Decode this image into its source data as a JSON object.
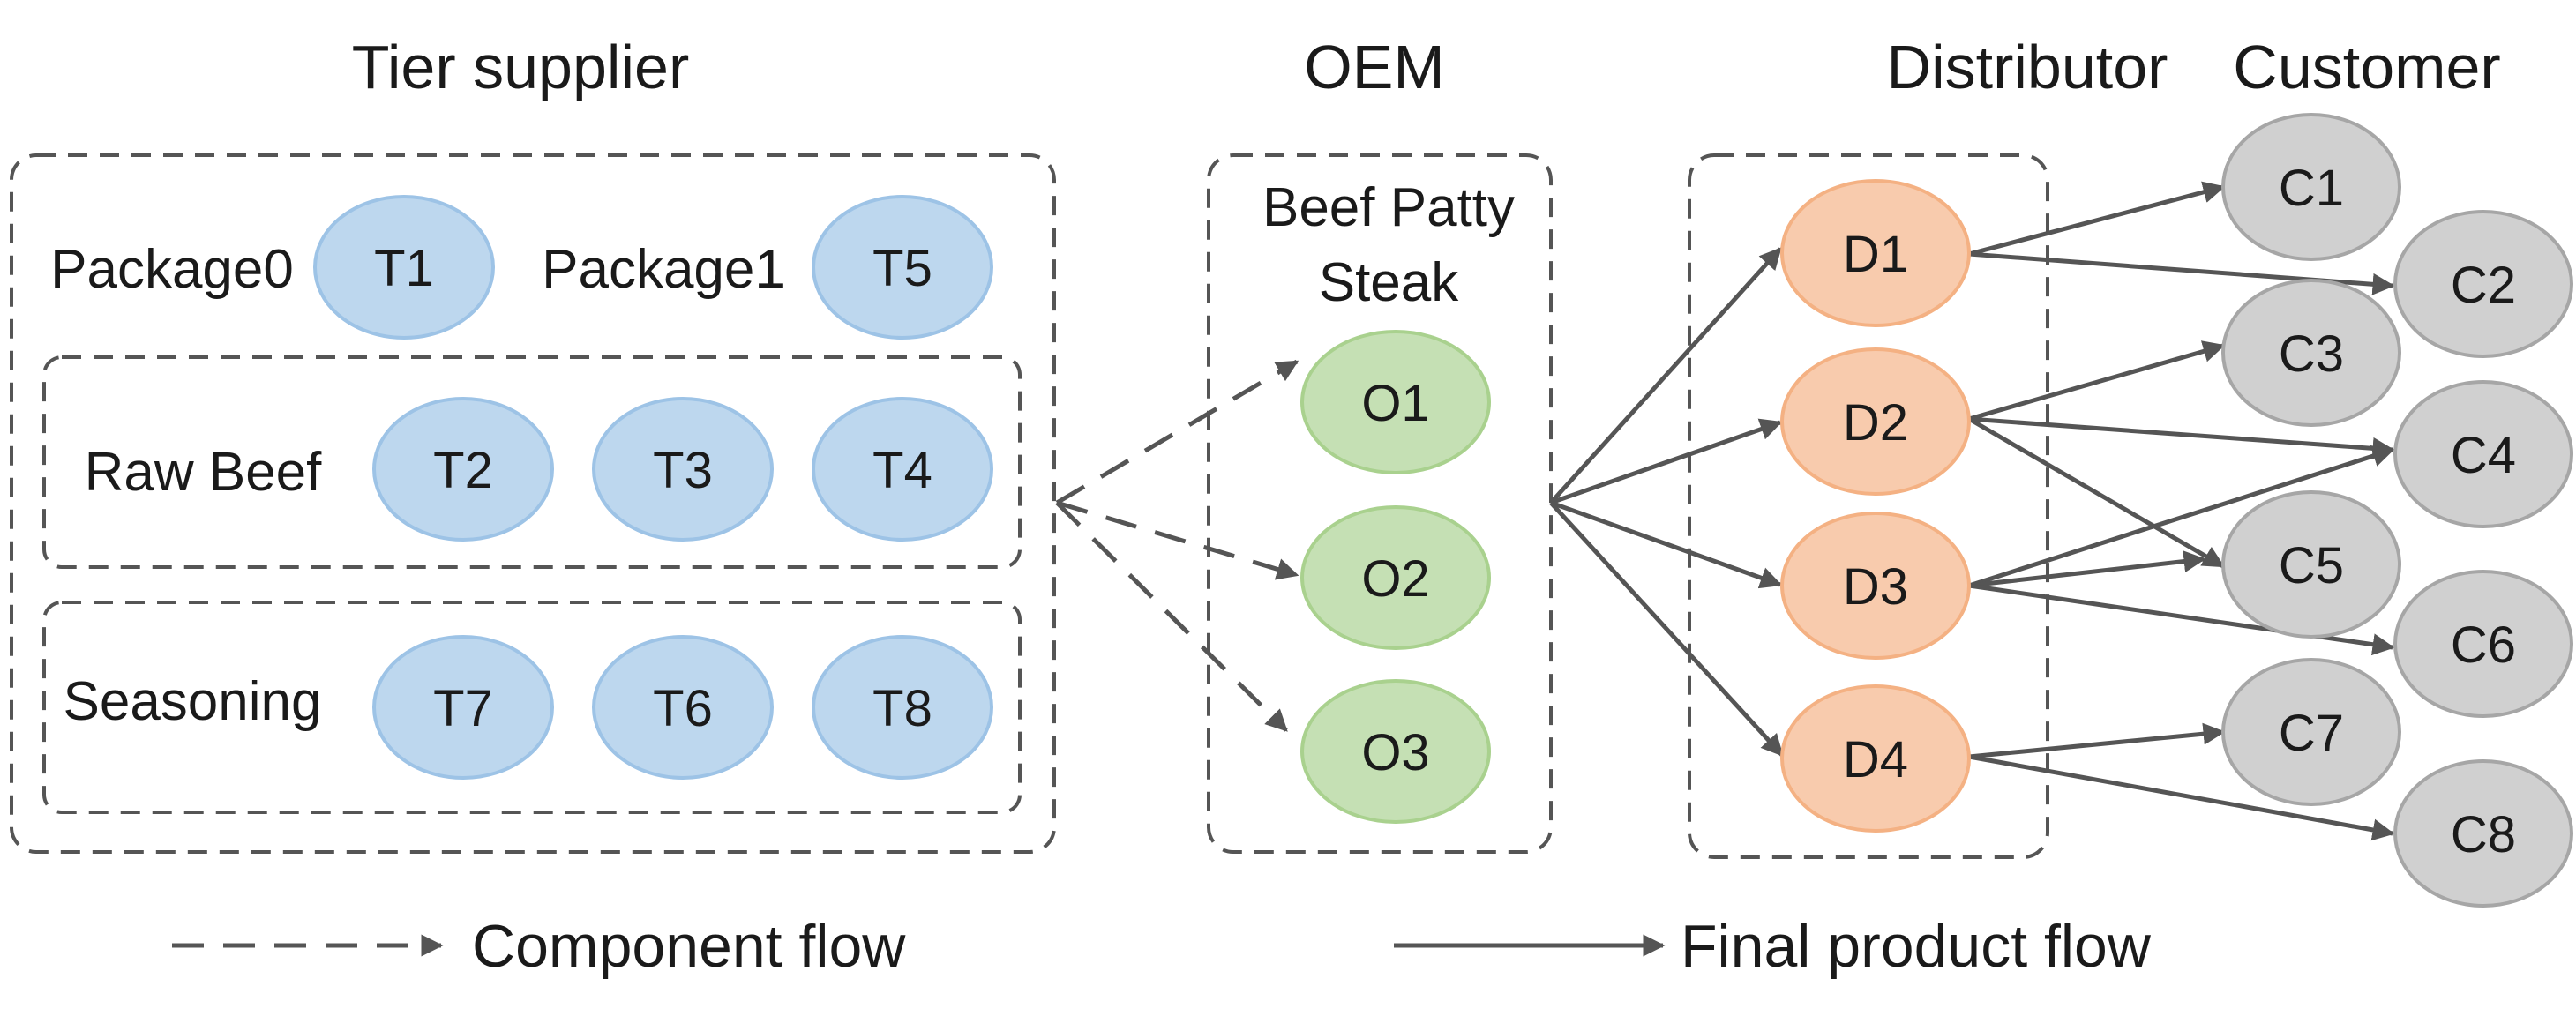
{
  "headers": {
    "tier": "Tier supplier",
    "oem": "OEM",
    "distributor": "Distributor",
    "customer": "Customer"
  },
  "groups": {
    "package0": "Package0",
    "package1": "Package1",
    "raw_beef": "Raw Beef",
    "seasoning": "Seasoning",
    "oem_line1": "Beef Patty",
    "oem_line2": "Steak"
  },
  "nodes": {
    "T1": "T1",
    "T5": "T5",
    "T2": "T2",
    "T3": "T3",
    "T4": "T4",
    "T7": "T7",
    "T6": "T6",
    "T8": "T8",
    "O1": "O1",
    "O2": "O2",
    "O3": "O3",
    "D1": "D1",
    "D2": "D2",
    "D3": "D3",
    "D4": "D4",
    "C1": "C1",
    "C2": "C2",
    "C3": "C3",
    "C4": "C4",
    "C5": "C5",
    "C6": "C6",
    "C7": "C7",
    "C8": "C8"
  },
  "edges": {
    "component_flow": [
      [
        "tier",
        "O1"
      ],
      [
        "tier",
        "O2"
      ],
      [
        "tier",
        "O3"
      ]
    ],
    "final_product_flow": [
      [
        "oem",
        "D1"
      ],
      [
        "oem",
        "D2"
      ],
      [
        "oem",
        "D3"
      ],
      [
        "oem",
        "D4"
      ],
      [
        "D1",
        "C1"
      ],
      [
        "D1",
        "C2"
      ],
      [
        "D2",
        "C3"
      ],
      [
        "D2",
        "C4"
      ],
      [
        "D2",
        "C5"
      ],
      [
        "D3",
        "C4"
      ],
      [
        "D3",
        "C5"
      ],
      [
        "D3",
        "C6"
      ],
      [
        "D4",
        "C7"
      ],
      [
        "D4",
        "C8"
      ]
    ]
  },
  "legend": {
    "component": "Component flow",
    "final": "Final product flow"
  },
  "colors": {
    "tier_fill": "#bdd7ee",
    "oem_fill": "#c5e0b4",
    "distributor_fill": "#f8cbad",
    "customer_fill": "#d0d0d0",
    "line": "#555555"
  }
}
